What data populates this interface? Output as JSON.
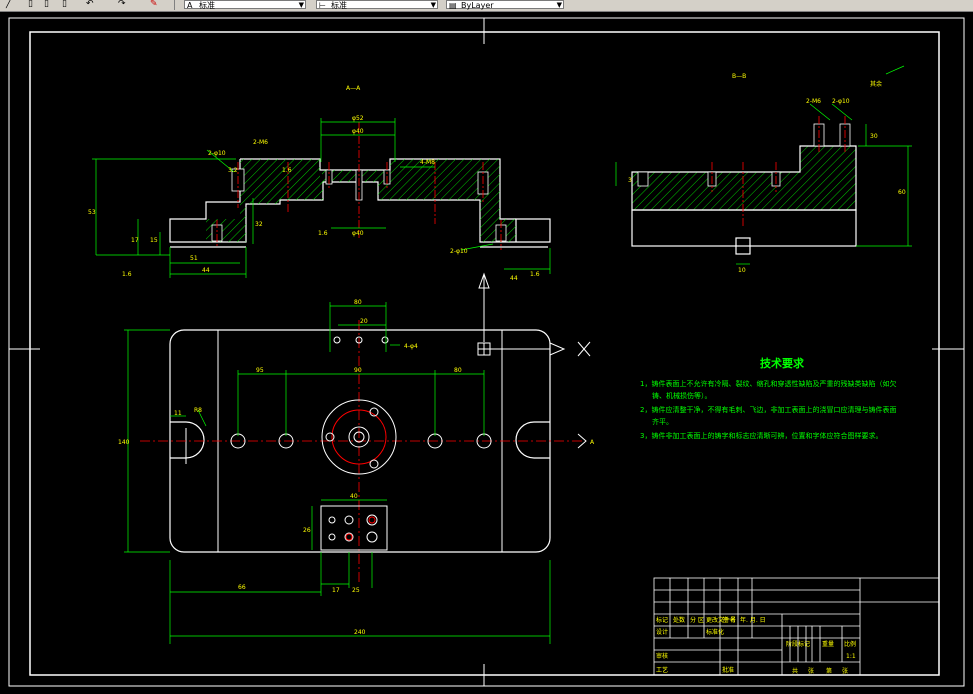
{
  "toolbar": {
    "combo1": "标准",
    "combo2": "标准",
    "combo3": "ByLayer"
  },
  "views": {
    "section_a_label": "A—A",
    "section_b_label": "B—B",
    "rest_roughness": "其余",
    "view_arrow_label": "A"
  },
  "dims": {
    "d_phi52": "φ52",
    "d_phi40": "φ40",
    "d_4m8": "4-M8",
    "d_2m6": "2-M6",
    "d_2phi10": "2-φ10",
    "d_2phi10b": "2-φ10",
    "d_1_6a": "1.6",
    "d_1_6b": "1.6",
    "d_1_6c": "1.6",
    "d_1_6d": "1.6",
    "d_3_2": "3.2",
    "d_32": "32",
    "d_53": "53",
    "d_17": "17",
    "d_15": "15",
    "d_51": "51",
    "d_44": "44",
    "d_30": "30",
    "d_10": "10",
    "d_44b": "44",
    "d_h60": "60",
    "d_80": "80",
    "d_4phi4": "4-φ4",
    "d_20": "20",
    "d_95": "95",
    "d_90": "90",
    "d_11": "11",
    "d_r": "R8",
    "d_140": "140",
    "d_40": "40",
    "d_26": "26",
    "d_66": "66",
    "d_17b": "17",
    "d_25": "25",
    "d_240": "240",
    "d_3": "3"
  },
  "tech": {
    "title": "技术要求",
    "line1": "1，铸件表面上不允许有冷隔、裂纹、缩孔和穿透性缺陷及严重的残缺类缺陷（如欠",
    "line1b": "铸、机械损伤等）。",
    "line2": "2，铸件应清整干净，不得有毛刺、飞边，非加工表面上的浇冒口应清理与铸件表面",
    "line2b": "齐平。",
    "line3": "3，铸件非加工表面上的铸字和标志应清晰可辨，位置和字体应符合图样要求。"
  },
  "titleblock": {
    "c1": "标记",
    "c2": "处数",
    "c3": "分 区",
    "c4": "更改文件号",
    "c5": "签 名",
    "c6": "年. 月. 日",
    "r2a": "设计",
    "r2b": "标准化",
    "r3a": "审核",
    "r4a": "工艺",
    "r4b": "批准",
    "s1": "阶段标记",
    "s2": "重量",
    "s3": "比例",
    "scale": "1:1",
    "s4": "共",
    "s5": "张",
    "s6": "第",
    "s7": "张"
  },
  "colors": {
    "line": "#ffffff",
    "dim": "#00ff00",
    "center": "#ff0000",
    "hatch": "#00ff00",
    "text": "#ffff00",
    "tech": "#00ff00"
  }
}
